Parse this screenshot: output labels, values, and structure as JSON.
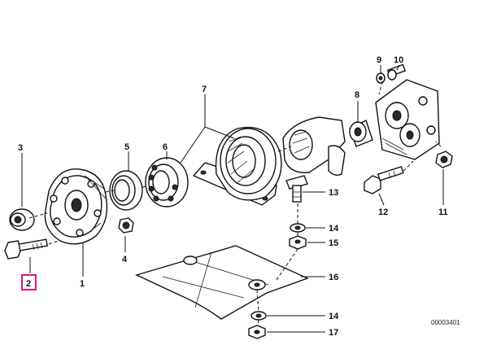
{
  "diagram": {
    "reference": "00003401",
    "highlight_color": "#e0157a",
    "labels": {
      "p1": "1",
      "p2": "2",
      "p3": "3",
      "p4": "4",
      "p5": "5",
      "p6": "6",
      "p7": "7",
      "p8": "8",
      "p9": "9",
      "p10": "10",
      "p11": "11",
      "p12": "12",
      "p13": "13",
      "p14a": "14",
      "p14b": "14",
      "p15": "15",
      "p16": "16",
      "p17": "17"
    },
    "highlighted": "p2"
  }
}
